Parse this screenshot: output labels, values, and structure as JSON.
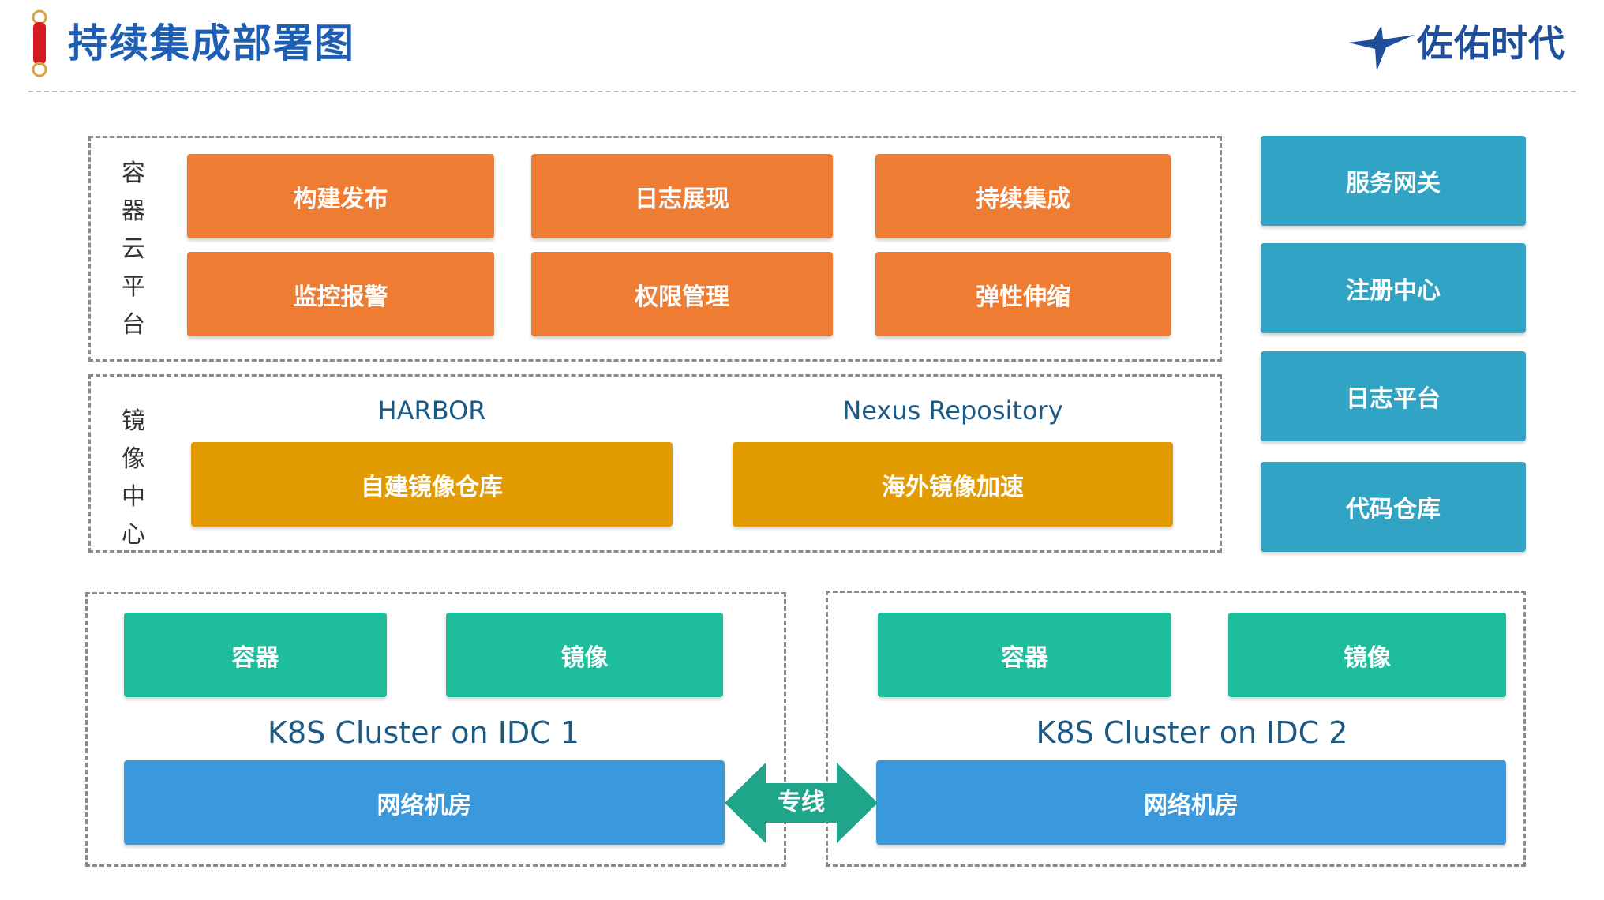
{
  "header": {
    "title": "持续集成部署图",
    "logo_text": "佐佑时代"
  },
  "colors": {
    "title": "#1f5fb3",
    "orange": "#ee7d33",
    "gold": "#e29b00",
    "teal": "#31a3c4",
    "green": "#1ebe9c",
    "blue": "#3a98dd",
    "link": "#1fa58a"
  },
  "container_platform": {
    "label": "容器云平台",
    "items": [
      "构建发布",
      "日志展现",
      "持续集成",
      "监控报警",
      "权限管理",
      "弹性伸缩"
    ]
  },
  "mirror_center": {
    "label": "镜像中心",
    "harbor": {
      "caption": "HARBOR",
      "box": "自建镜像仓库"
    },
    "nexus": {
      "caption": "Nexus Repository",
      "box": "海外镜像加速"
    }
  },
  "side_services": [
    "服务网关",
    "注册中心",
    "日志平台",
    "代码仓库"
  ],
  "cluster1": {
    "container": "容器",
    "image": "镜像",
    "title": "K8S Cluster on IDC 1",
    "network": "网络机房"
  },
  "cluster2": {
    "container": "容器",
    "image": "镜像",
    "title": "K8S Cluster on IDC 2",
    "network": "网络机房"
  },
  "link": {
    "label": "专线"
  }
}
